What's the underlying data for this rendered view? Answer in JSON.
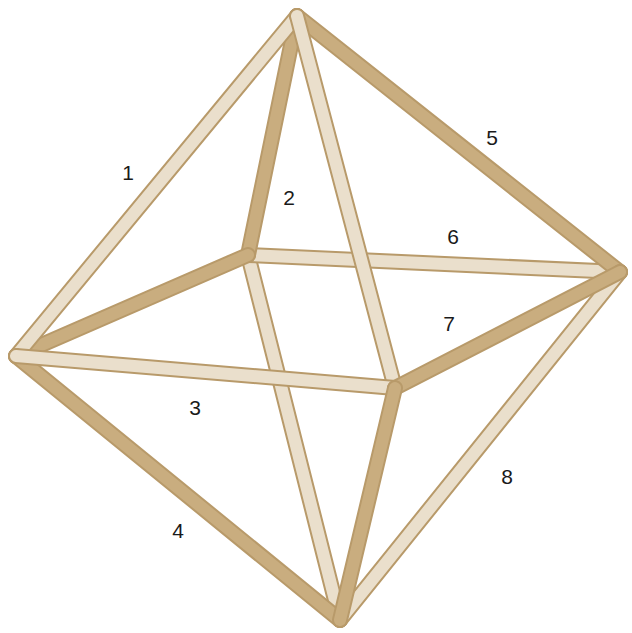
{
  "diagram": {
    "labels": [
      "1",
      "2",
      "5",
      "6",
      "7",
      "3",
      "4",
      "8"
    ]
  }
}
